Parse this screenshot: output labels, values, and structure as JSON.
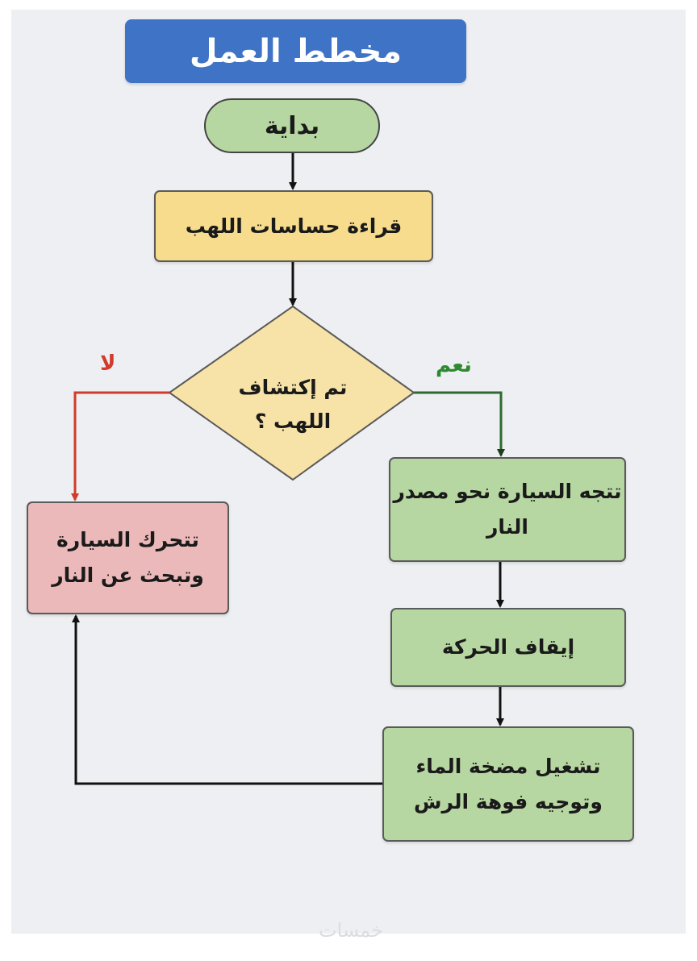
{
  "title": "مخطط العمل",
  "nodes": {
    "start": "بداية",
    "read_sensors": "قراءة حساسات اللهب",
    "decision": "تم إكتشاف اللهب ؟",
    "move_to_fire": "تتجه السيارة نحو مصدر النار",
    "stop": "إيقاف الحركة",
    "water": "تشغيل مضخة الماء وتوجيه فوهة الرش",
    "search": "تتحرك السيارة وتبحث عن النار"
  },
  "branches": {
    "yes": "نعم",
    "no": "لا"
  },
  "watermark": "خمسات",
  "colors": {
    "title_bg": "#3f73c6",
    "green": "#b7d7a2",
    "yellow": "#f7dc8d",
    "red": "#ebb9b9",
    "yes_line": "#2e6b2e",
    "no_line": "#d23b2b"
  }
}
